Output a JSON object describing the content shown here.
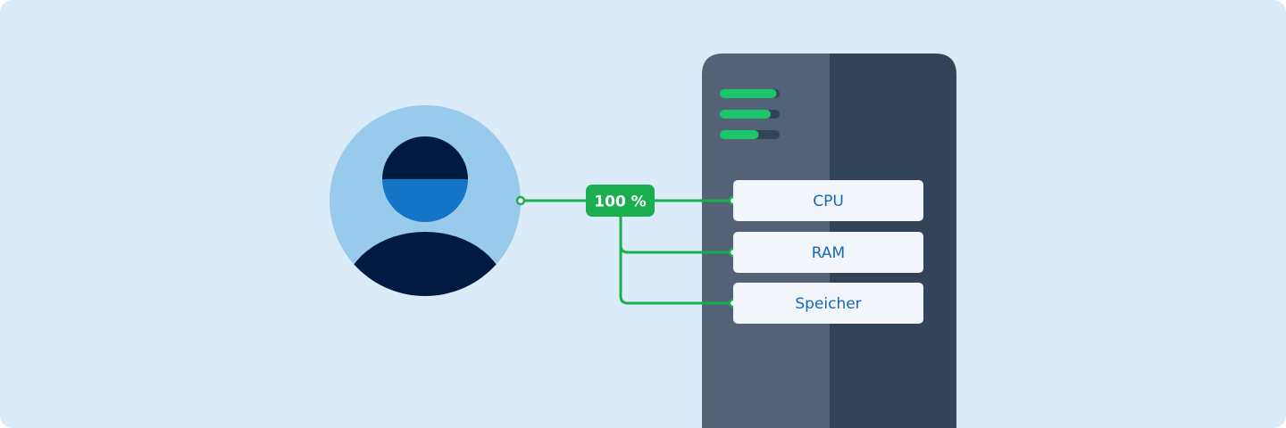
{
  "colors": {
    "background": "#DBECF8",
    "avatar_circle": "#98CAEB",
    "avatar_dark": "#001A40",
    "avatar_visor": "#1475C7",
    "server_left": "#536276",
    "server_right": "#334359",
    "accent_green": "#1BAE4F",
    "bar_track": "#334359",
    "bar_fill": "#1CC66B",
    "box_fill": "#F2F6FA",
    "box_text": "#1369B8",
    "badge_text": "#FFFFFF"
  },
  "user": {
    "icon": "user-avatar-icon"
  },
  "allocation_badge": {
    "label": "100 %"
  },
  "server": {
    "icon": "server-icon",
    "status_bars": [
      {
        "name": "status-bar-1",
        "fill": 0.95
      },
      {
        "name": "status-bar-2",
        "fill": 0.85
      },
      {
        "name": "status-bar-3",
        "fill": 0.65
      }
    ],
    "resources": [
      {
        "id": "cpu",
        "label": "CPU"
      },
      {
        "id": "ram",
        "label": "RAM"
      },
      {
        "id": "storage",
        "label": "Speicher"
      }
    ]
  }
}
